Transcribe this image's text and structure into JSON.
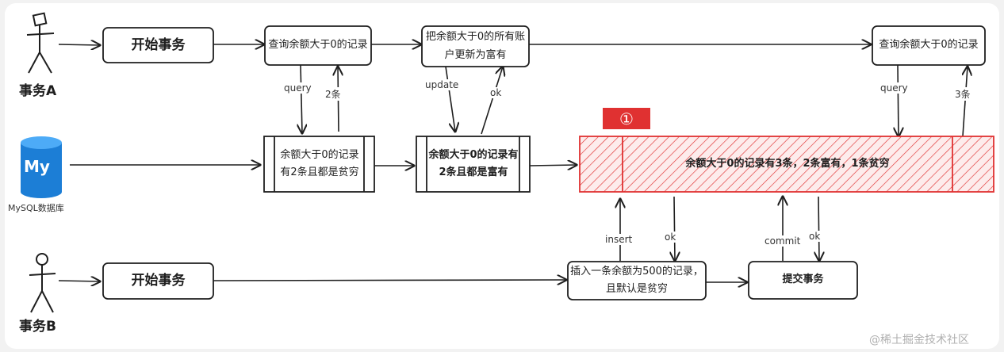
{
  "actors": {
    "a": {
      "label": "事务A"
    },
    "b": {
      "label": "事务B"
    }
  },
  "database": {
    "label": "MySQL数据库",
    "logo_text": "My",
    "color": "#1c7ed6"
  },
  "boxes": {
    "a_start": "开始事务",
    "a_query1": "查询余额大于0的记录",
    "a_update": "把余额大于0的所有账户更新为富有",
    "a_query2": "查询余额大于0的记录",
    "db_state1": "余额大于0的记录有2条且都是贫穷",
    "db_state2": "余额大于0的记录有2条且都是富有",
    "db_state3": "余额大于0的记录有3条，2条富有，1条贫穷",
    "b_start": "开始事务",
    "b_insert": "插入一条余额为500的记录，且默认是贫穷",
    "b_commit": "提交事务"
  },
  "edge_labels": {
    "query1": "query",
    "result1": "2条",
    "update": "update",
    "ok1": "ok",
    "query2": "query",
    "result2": "3条",
    "insert": "insert",
    "ok2": "ok",
    "commit": "commit",
    "ok3": "ok"
  },
  "badge": {
    "label": "①",
    "color": "#e03131"
  },
  "highlight_color": "#e03131",
  "watermark": "@稀土掘金技术社区"
}
